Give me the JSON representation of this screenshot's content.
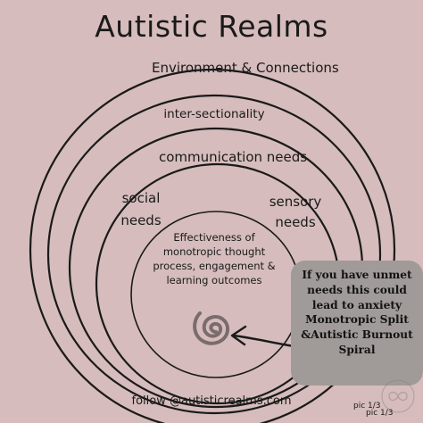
{
  "title": "Autistic Realms",
  "rings": {
    "environment": "Environment & Connections",
    "intersectionality": "inter-sectionality",
    "communication": "communication needs",
    "social": "social needs",
    "sensory": "sensory needs",
    "center": "Effectiveness of monotropic thought process, engagement & learning outcomes"
  },
  "callout": "If you have unmet needs this could lead to anxiety Monotropic Split &Autistic Burnout Spiral",
  "footer": "follow @autisticrealms.com",
  "page_marks": [
    "pic 1/3",
    "pic 1/3"
  ],
  "colors": {
    "background": "#d6bcbc",
    "ink": "#1a1a1a",
    "callout_box": "#a09a98",
    "spiral": "#7a6c6c"
  },
  "icons": [
    "spiral-icon",
    "arrow-icon",
    "infinity-logo-icon"
  ]
}
